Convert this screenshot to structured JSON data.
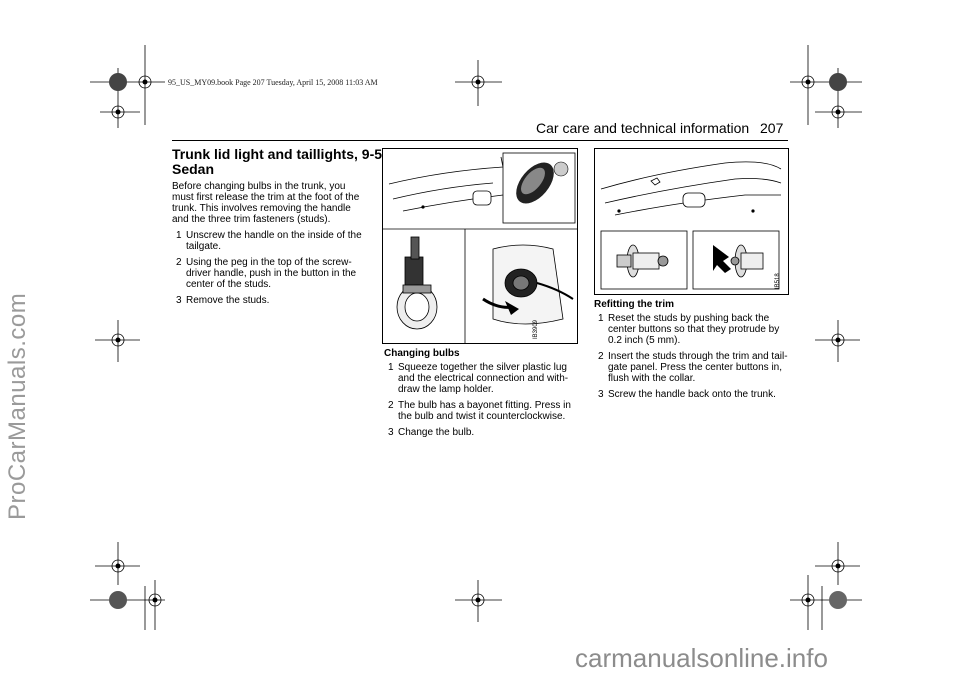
{
  "book_header": "95_US_MY09.book  Page 207  Tuesday, April 15, 2008  11:03 AM",
  "side_watermark": "ProCarManuals.com",
  "bottom_watermark": "carmanualsonline.info",
  "running_header": "Car care and technical information",
  "page_number": "207",
  "section_title": "Trunk lid light and taillights, 9-5 Sedan",
  "intro": "Before changing bulbs in the trunk, you must first release the trim at the foot of the trunk. This involves removing the handle and the three trim fasteners (studs).",
  "steps_remove": [
    {
      "num": "1",
      "text": "Unscrew the handle on the inside of the tailgate."
    },
    {
      "num": "2",
      "text": "Using the peg in the top of the screw-driver handle, push in the button in the center of the studs."
    },
    {
      "num": "3",
      "text": "Remove the studs."
    }
  ],
  "figure_left_code": "IB3909",
  "figure_right_code": "IB518",
  "changing_bulbs": {
    "heading": "Changing bulbs",
    "steps": [
      {
        "num": "1",
        "text": "Squeeze together the silver plastic lug and the electrical connection and with-draw the lamp holder."
      },
      {
        "num": "2",
        "text": "The bulb has a bayonet fitting. Press in the bulb and twist it counterclockwise."
      },
      {
        "num": "3",
        "text": "Change the bulb."
      }
    ]
  },
  "refitting": {
    "heading": "Refitting the trim",
    "steps": [
      {
        "num": "1",
        "text": "Reset the studs by pushing back the center buttons so that they protrude by 0.2 inch (5 mm)."
      },
      {
        "num": "2",
        "text": "Insert the studs through the trim and tail-gate panel. Press the center buttons in, flush with the collar."
      },
      {
        "num": "3",
        "text": "Screw the handle back onto the trunk."
      }
    ]
  }
}
